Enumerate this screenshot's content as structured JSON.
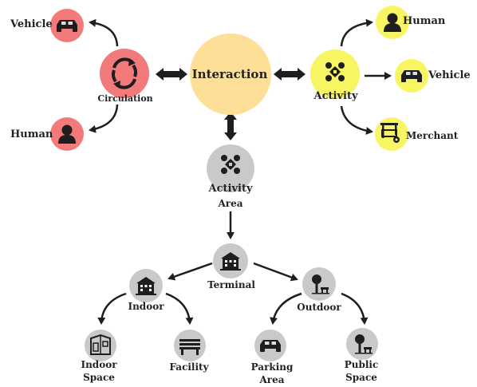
{
  "diagram": {
    "colors": {
      "red": "#f27a7a",
      "yellow": "#f7f562",
      "gold": "#fddf97",
      "gray": "#c9c9c9",
      "dark": "#1e1e1e"
    },
    "center": {
      "label": "Interaction"
    },
    "circulation": {
      "label": "Circulation",
      "icon": "circular-arrows-icon",
      "vehicle": {
        "label": "Vehicle",
        "icon": "car-icon"
      },
      "human": {
        "label": "Human",
        "icon": "person-icon"
      }
    },
    "activity": {
      "label": "Activity",
      "icon": "group-people-icon",
      "human": {
        "label": "Human",
        "icon": "person-icon"
      },
      "vehicle": {
        "label": "Vehicle",
        "icon": "car-icon"
      },
      "merchant": {
        "label": "Merchant",
        "icon": "cart-icon"
      }
    },
    "activity_area": {
      "line1": "Activity",
      "line2": "Area",
      "icon": "group-people-icon"
    },
    "terminal": {
      "label": "Terminal",
      "icon": "building-icon"
    },
    "indoor": {
      "label": "Indoor",
      "icon": "building-icon",
      "indoor_space": {
        "line1": "Indoor",
        "line2": "Space",
        "icon": "room-icon"
      },
      "facility": {
        "label": "Facility",
        "icon": "bench-icon"
      }
    },
    "outdoor": {
      "label": "Outdoor",
      "icon": "tree-bench-icon",
      "parking_area": {
        "line1": "Parking",
        "line2": "Area",
        "icon": "car-icon"
      },
      "public_space": {
        "line1": "Public",
        "line2": "Space",
        "icon": "tree-bench-icon"
      }
    }
  }
}
